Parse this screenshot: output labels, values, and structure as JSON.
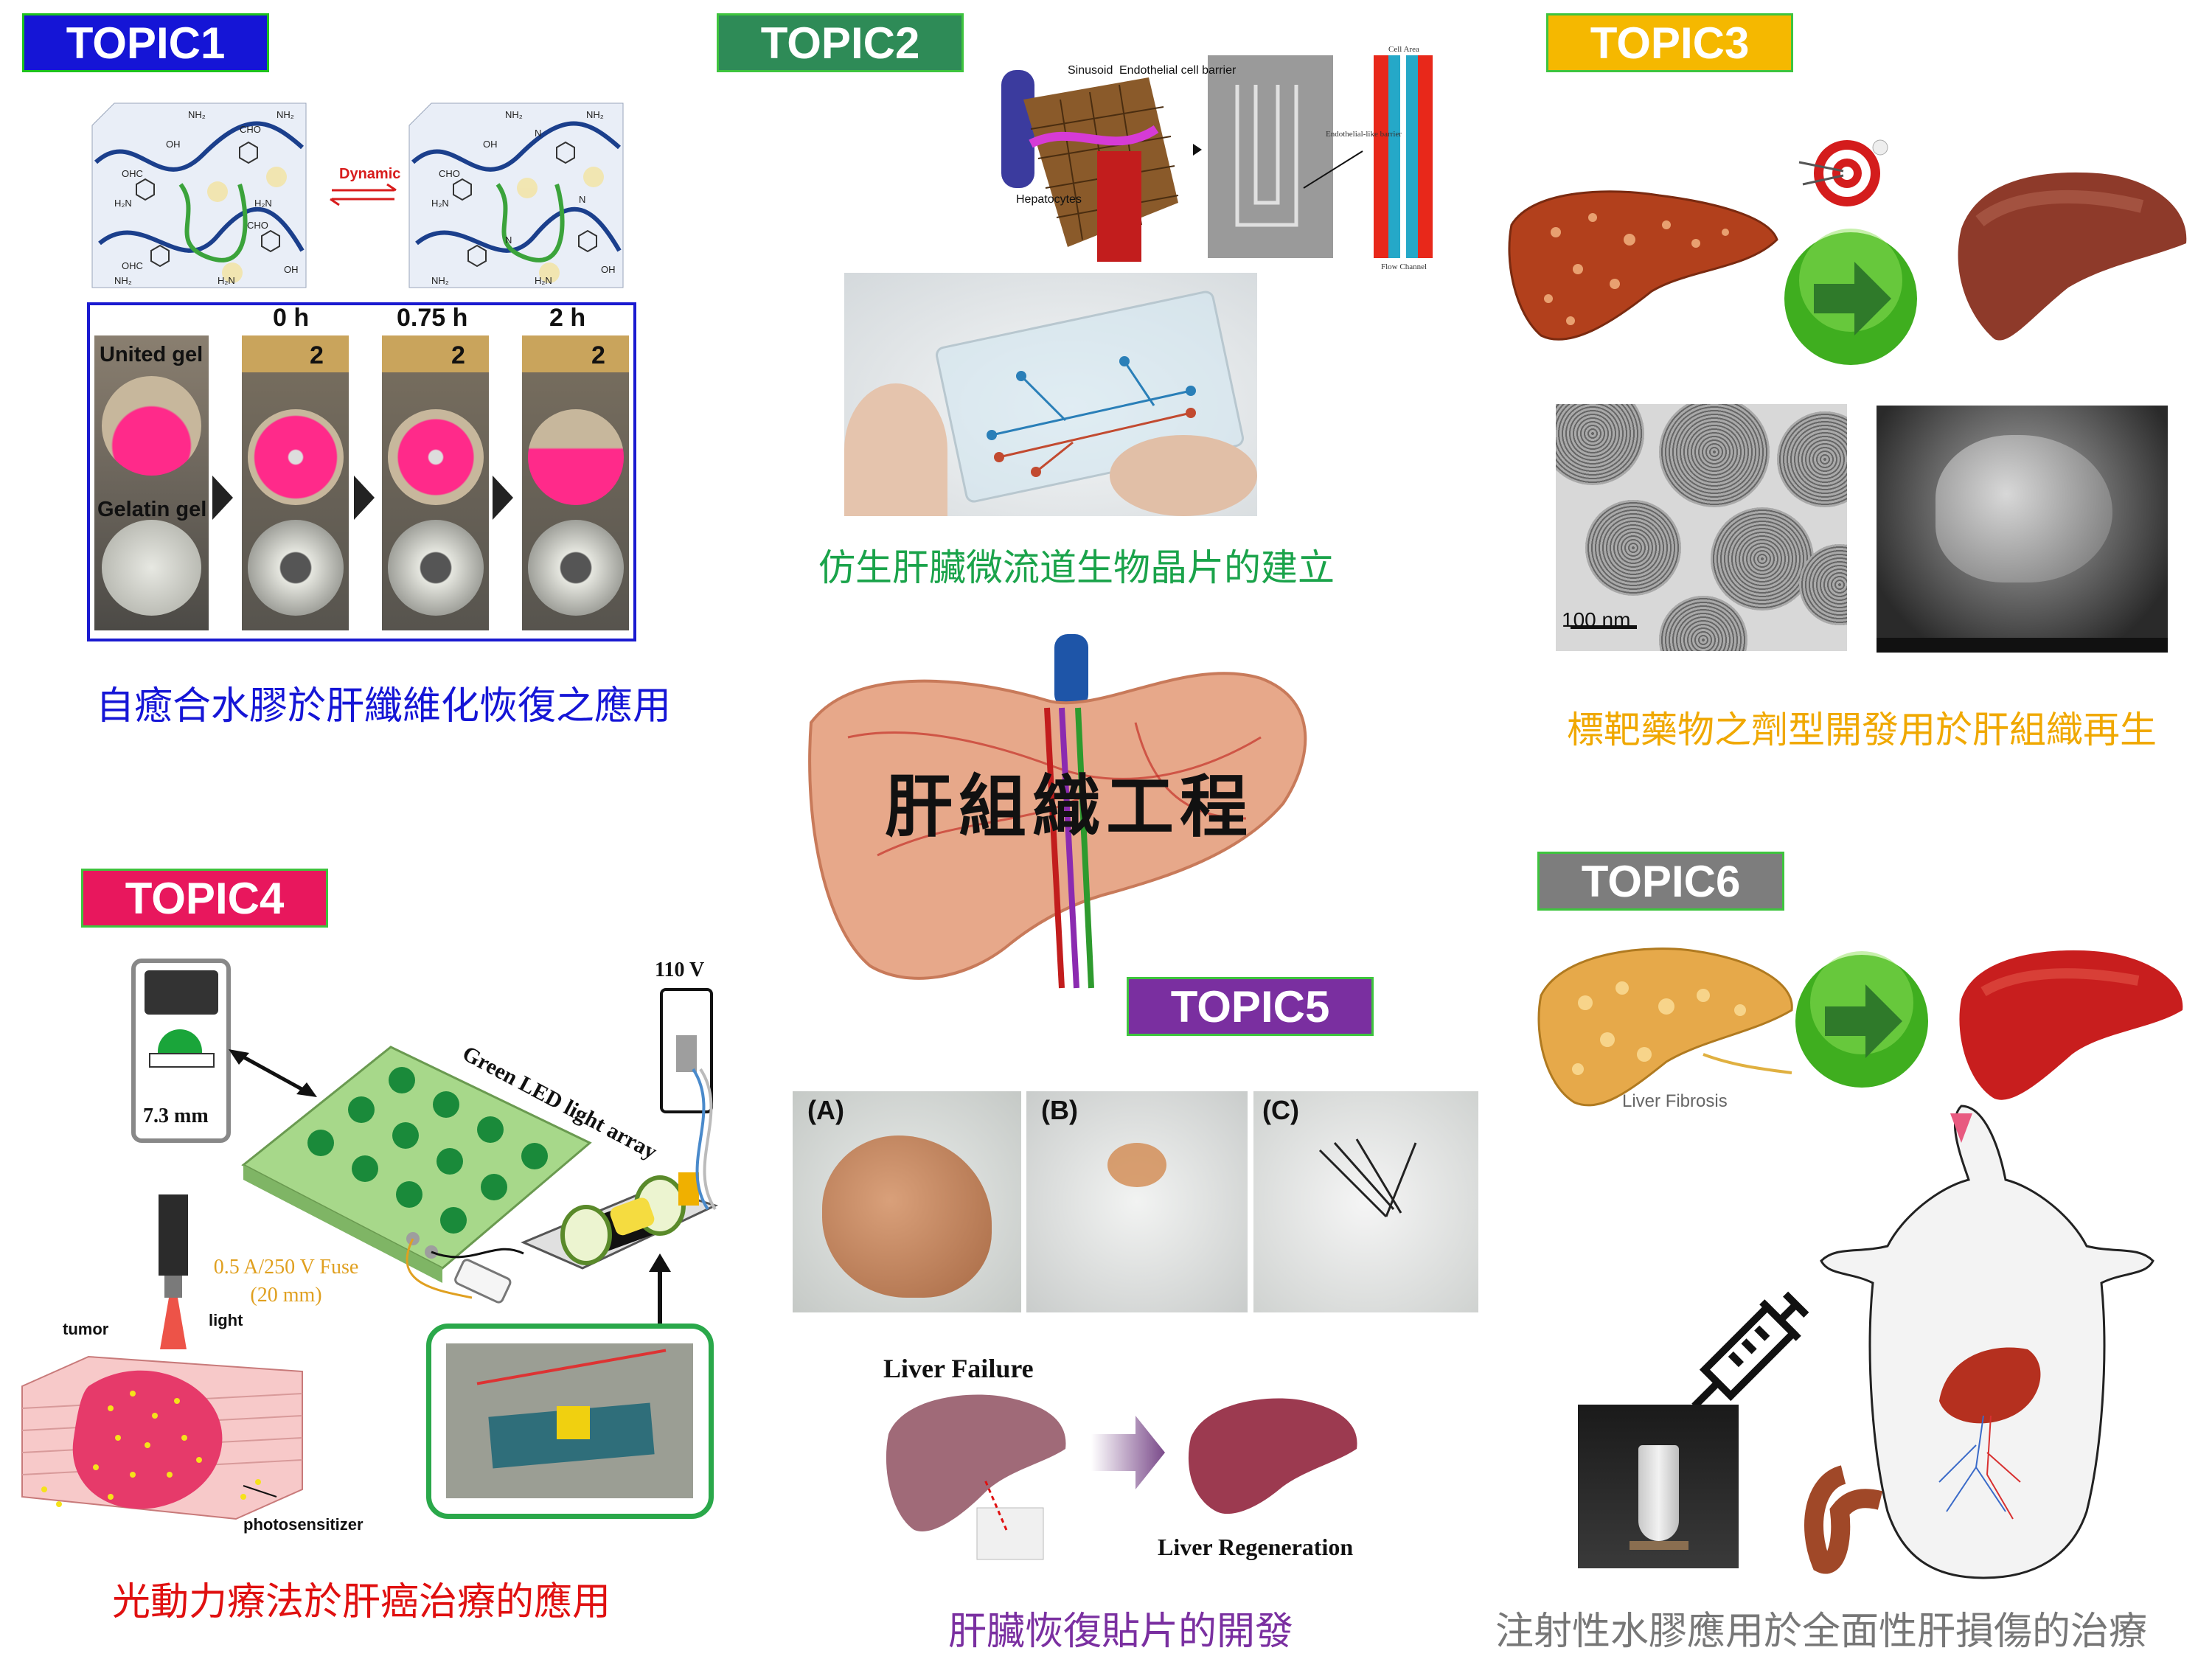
{
  "topics": [
    {
      "badge": "TOPIC1",
      "caption": "自癒合水膠於肝纖維化恢復之應用",
      "color": "#1515d6"
    },
    {
      "badge": "TOPIC2",
      "caption": "仿生肝臟微流道生物晶片的建立",
      "color": "#2e8b57",
      "caption_color": "#1aa34a"
    },
    {
      "badge": "TOPIC3",
      "caption": "標靶藥物之劑型開發用於肝組織再生",
      "color": "#f5b800",
      "caption_color": "#f0a800"
    },
    {
      "badge": "TOPIC4",
      "caption": "光動力療法於肝癌治療的應用",
      "color": "#e8175d",
      "caption_color": "#e01010"
    },
    {
      "badge": "TOPIC5",
      "caption": "肝臟恢復貼片的開發",
      "color": "#7a2fa0"
    },
    {
      "badge": "TOPIC6",
      "caption": "注射性水膠應用於全面性肝損傷的治療",
      "color": "#7d7d7d",
      "caption_color": "#777777"
    }
  ],
  "center_title": "肝組織工程",
  "topic1": {
    "dynamic_label": "Dynamic",
    "time_labels": [
      "0 h",
      "0.75 h",
      "2 h"
    ],
    "ruler_digit": "2",
    "united_gel": "United gel",
    "gelatin_gel": "Gelatin gel",
    "chem_left": [
      "NH₂",
      "CHO",
      "NH₂",
      "OH",
      "H₂N",
      "OHC",
      "H₂N",
      "OHC",
      "NH₂",
      "CHO",
      "OH",
      "H₂N"
    ],
    "chem_right": [
      "NH₂",
      "NH₂",
      "OH",
      "N",
      "H₂N",
      "CHO",
      "N",
      "OH",
      "N",
      "H₂N",
      "NH₂"
    ]
  },
  "topic2": {
    "sinusoid": "Sinusoid",
    "endothelial": "Endothelial cell barrier",
    "hepatocytes": "Hepatocytes",
    "cell_area": "Cell Area",
    "barrier": "Endothelial-like barrier",
    "flow_channel": "Flow Channel"
  },
  "topic3": {
    "scale_bar": "100 nm"
  },
  "topic4": {
    "led_array": "Green LED light array",
    "voltage": "110 V",
    "size": "7.3 mm",
    "fuse": "0.5 A/250 V Fuse (20 mm)",
    "tumor": "tumor",
    "light": "light",
    "photosensitizer": "photosensitizer"
  },
  "topic5": {
    "panel_labels": [
      "(A)",
      "(B)",
      "(C)"
    ],
    "liver_failure": "Liver Failure",
    "liver_regeneration": "Liver Regeneration"
  },
  "topic6": {
    "fibrosis": "Liver Fibrosis"
  }
}
